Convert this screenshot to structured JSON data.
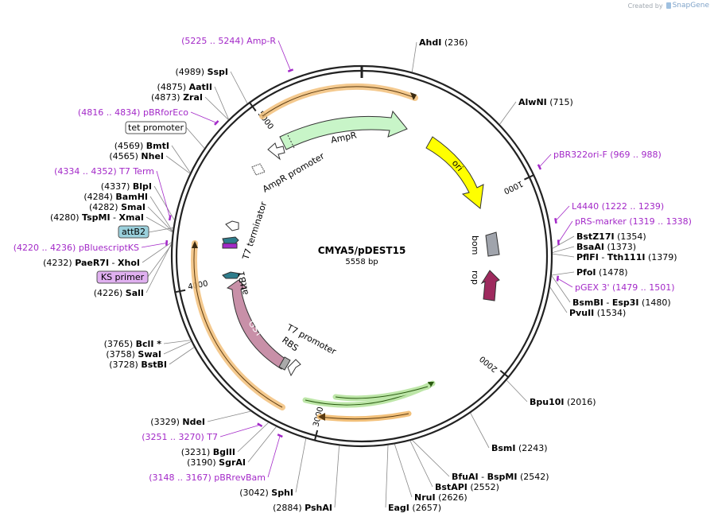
{
  "credit": {
    "prefix": "Created by",
    "brand": "SnapGene"
  },
  "plasmid": {
    "name": "CMYA5/pDEST15",
    "size_label": "5558 bp",
    "length": 5558
  },
  "ticks": [
    {
      "bp": 1000,
      "label": "1000"
    },
    {
      "bp": 2000,
      "label": "2000"
    },
    {
      "bp": 3000,
      "label": "3000"
    },
    {
      "bp": 4000,
      "label": "4000"
    },
    {
      "bp": 5000,
      "label": "5000"
    }
  ],
  "sites": [
    {
      "id": "ahdi",
      "name": "AhdI",
      "pos": "(236)",
      "bp": 236
    },
    {
      "id": "alwni",
      "name": "AlwNI",
      "pos": "(715)",
      "bp": 715
    },
    {
      "id": "bstz17i",
      "name": "BstZ17I",
      "pos": "(1354)",
      "bp": 1354
    },
    {
      "id": "bsaai",
      "name": "BsaAI",
      "pos": "(1373)",
      "bp": 1373
    },
    {
      "id": "pflfi",
      "name": "PflFI",
      "name2": "Tth111I",
      "pos": "(1379)",
      "bp": 1379
    },
    {
      "id": "pfoi",
      "name": "PfoI",
      "pos": "(1478)",
      "bp": 1478
    },
    {
      "id": "bsmbi",
      "name": "BsmBI",
      "name2": "Esp3I",
      "pos": "(1480)",
      "bp": 1480
    },
    {
      "id": "pvuii",
      "name": "PvuII",
      "pos": "(1534)",
      "bp": 1534
    },
    {
      "id": "bpu10i",
      "name": "Bpu10I",
      "pos": "(2016)",
      "bp": 2016
    },
    {
      "id": "bsmi",
      "name": "BsmI",
      "pos": "(2243)",
      "bp": 2243
    },
    {
      "id": "bfuai",
      "name": "BfuAI",
      "name2": "BspMI",
      "pos": "(2542)",
      "bp": 2542
    },
    {
      "id": "bstapi",
      "name": "BstAPI",
      "pos": "(2552)",
      "bp": 2552
    },
    {
      "id": "nrui",
      "name": "NruI",
      "pos": "(2626)",
      "bp": 2626
    },
    {
      "id": "eagi",
      "name": "EagI",
      "pos": "(2657)",
      "bp": 2657
    },
    {
      "id": "pshai",
      "name": "PshAI",
      "pos": "(2884)",
      "bp": 2884
    },
    {
      "id": "sphi",
      "name": "SphI",
      "pos": "(3042)",
      "bp": 3042
    },
    {
      "id": "sgrai",
      "name": "SgrAI",
      "pos": "(3190)",
      "bp": 3190
    },
    {
      "id": "bglii",
      "name": "BglII",
      "pos": "(3231)",
      "bp": 3231
    },
    {
      "id": "ndei",
      "name": "NdeI",
      "pos": "(3329)",
      "bp": 3329
    },
    {
      "id": "bstbi",
      "name": "BstBI",
      "pos": "(3728)",
      "bp": 3728
    },
    {
      "id": "swai",
      "name": "SwaI",
      "pos": "(3758)",
      "bp": 3758
    },
    {
      "id": "bcli",
      "name": "BclI *",
      "pos": "(3765)",
      "bp": 3765
    },
    {
      "id": "sali",
      "name": "SalI",
      "pos": "(4226)",
      "bp": 4226
    },
    {
      "id": "paer7i",
      "name": "PaeR7I",
      "name2": "XhoI",
      "pos": "(4232)",
      "bp": 4232
    },
    {
      "id": "tspmi",
      "name": "TspMI",
      "name2": "XmaI",
      "pos": "(4280)",
      "bp": 4280
    },
    {
      "id": "smai",
      "name": "SmaI",
      "pos": "(4282)",
      "bp": 4282
    },
    {
      "id": "bamhi",
      "name": "BamHI",
      "pos": "(4284)",
      "bp": 4284
    },
    {
      "id": "blpi",
      "name": "BlpI",
      "pos": "(4337)",
      "bp": 4337
    },
    {
      "id": "nhei",
      "name": "NheI",
      "pos": "(4565)",
      "bp": 4565
    },
    {
      "id": "bmti",
      "name": "BmtI",
      "pos": "(4569)",
      "bp": 4569
    },
    {
      "id": "zrai",
      "name": "ZraI",
      "pos": "(4873)",
      "bp": 4873
    },
    {
      "id": "aatii",
      "name": "AatII",
      "pos": "(4875)",
      "bp": 4875
    },
    {
      "id": "sspi",
      "name": "SspI",
      "pos": "(4989)",
      "bp": 4989
    }
  ],
  "primers": [
    {
      "id": "amp-r",
      "label": "(5225 .. 5244)  Amp-R",
      "bp": 5234
    },
    {
      "id": "pbr322ori-f",
      "label": "pBR322ori-F    (969 .. 988)",
      "bp": 978
    },
    {
      "id": "l4440",
      "label": "L4440    (1222 .. 1239)",
      "bp": 1230
    },
    {
      "id": "prs-marker",
      "label": "pRS-marker    (1319 .. 1338)",
      "bp": 1328
    },
    {
      "id": "pgex-3",
      "label": "pGEX 3'    (1479 .. 1501)",
      "bp": 1490
    },
    {
      "id": "pbrrevbam",
      "label": "(3148 .. 3167)  pBRrevBam",
      "bp": 3157
    },
    {
      "id": "t7",
      "label": "(3251 .. 3270)  T7",
      "bp": 3260
    },
    {
      "id": "t7-term",
      "label": "(4334 .. 4352)  T7 Term",
      "bp": 4343
    },
    {
      "id": "pbluescriptks",
      "label": "(4220 .. 4236)  pBluescriptKS",
      "bp": 4228
    },
    {
      "id": "pbrforeco",
      "label": "(4816 .. 4834)  pBRforEco",
      "bp": 4825
    }
  ],
  "boxed_labels": {
    "tet_promoter": "tet promoter",
    "attb2": "attB2",
    "ks_primer": "KS primer"
  },
  "features": {
    "ampr": "AmpR",
    "ampr_promoter": "AmpR promoter",
    "ori": "ori",
    "bom": "bom",
    "rop": "rop",
    "t7_terminator": "T7 terminator",
    "attb1": "attB1",
    "gst": "GST",
    "rbs": "RBS",
    "t7_promoter": "T7 promoter"
  },
  "colors": {
    "backbone": "#222222",
    "ampr_fill": "#c8f5c8",
    "ori_fill": "#ffff00",
    "bom_fill": "#a0a4ac",
    "rop_fill": "#9e2a5e",
    "gst_fill": "#c890a8",
    "attb_fill": "#2e7d8c",
    "orf_orange": "#f2c07a",
    "orf_green": "#bde6a8",
    "primer": "#a329c8",
    "attb2_box": "#9ad0dc",
    "ks_box": "#e0b0f0"
  }
}
